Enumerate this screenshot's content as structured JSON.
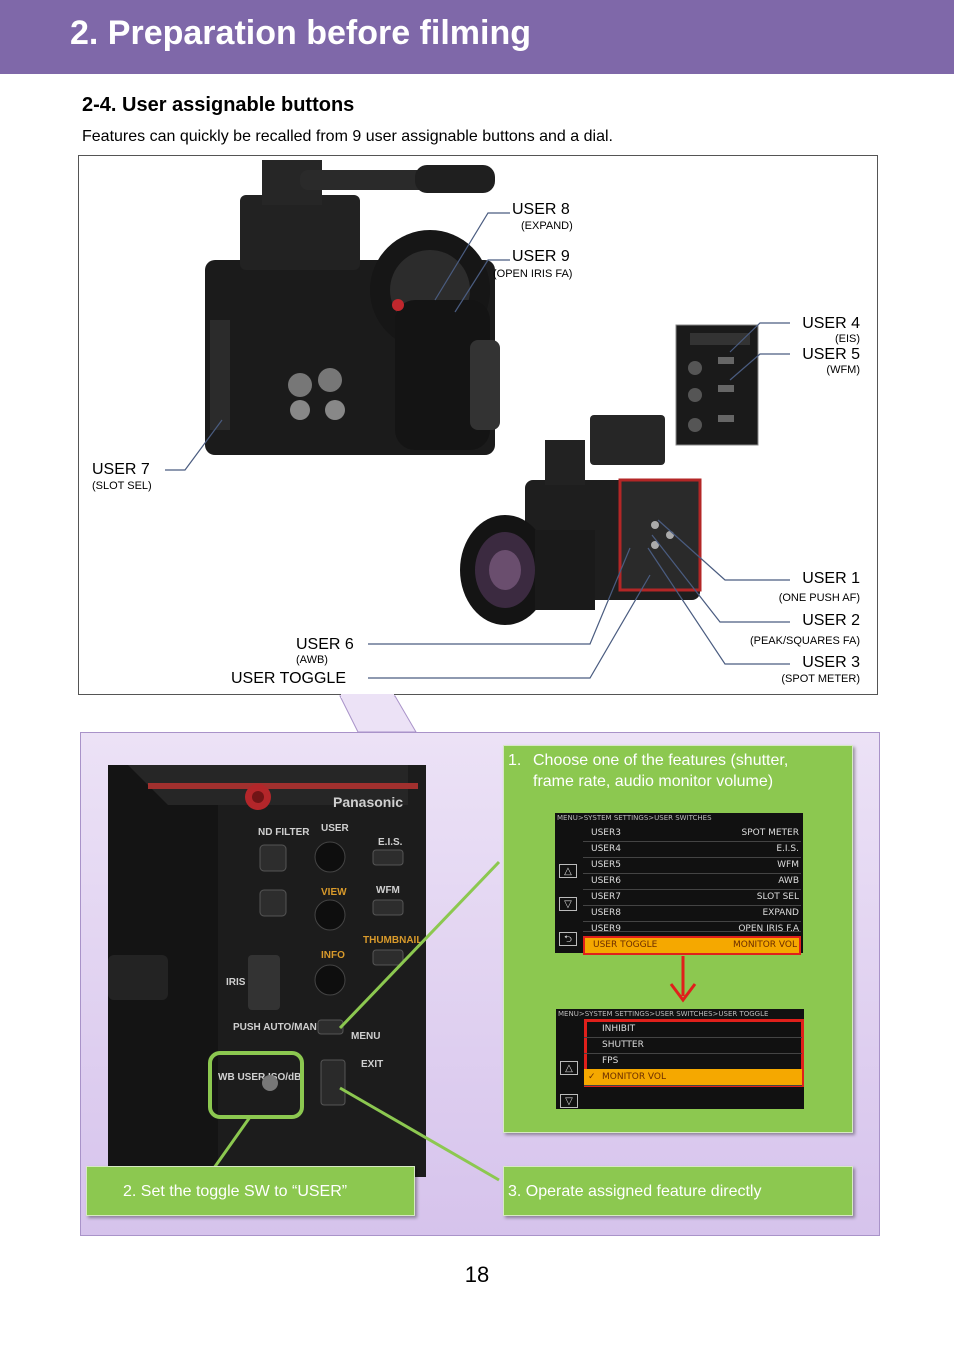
{
  "header": {
    "title": "2. Preparation before filming"
  },
  "section": {
    "title": "2-4. User assignable buttons",
    "intro": "Features can quickly be recalled from 9 user assignable buttons and a dial."
  },
  "callouts": {
    "user8": {
      "label": "USER 8",
      "sub": "(EXPAND)"
    },
    "user9": {
      "label": "USER 9",
      "sub": "(OPEN IRIS FA)"
    },
    "user4": {
      "label": "USER 4",
      "sub": "(EIS)"
    },
    "user5": {
      "label": "USER 5",
      "sub": "(WFM)"
    },
    "user7": {
      "label": "USER 7",
      "sub": "(SLOT SEL)"
    },
    "user1": {
      "label": "USER 1",
      "sub": "(ONE  PUSH  AF)"
    },
    "user2": {
      "label": "USER 2",
      "sub": "(PEAK/SQUARES  FA)"
    },
    "user3": {
      "label": "USER 3",
      "sub": "(SPOT  METER)"
    },
    "user6": {
      "label": "USER 6",
      "sub": "(AWB)"
    },
    "toggle": {
      "label": "USER TOGGLE"
    }
  },
  "steps": {
    "step1": {
      "number": "1.",
      "line1": "Choose one of the features (shutter,",
      "line2": "frame rate, audio monitor volume)"
    },
    "step2": {
      "prefix": "2. Set the toggle SW to “",
      "value": "USER",
      "suffix": "”"
    },
    "step3": {
      "text": "3. Operate assigned feature directly"
    }
  },
  "menu1": {
    "breadcrumb": "MENU>SYSTEM SETTINGS>USER SWITCHES",
    "rows": [
      {
        "key": "USER3",
        "value": "SPOT METER"
      },
      {
        "key": "USER4",
        "value": "E.I.S."
      },
      {
        "key": "USER5",
        "value": "WFM"
      },
      {
        "key": "USER6",
        "value": "AWB"
      },
      {
        "key": "USER7",
        "value": "SLOT SEL"
      },
      {
        "key": "USER8",
        "value": "EXPAND"
      },
      {
        "key": "USER9",
        "value": "OPEN IRIS F.A"
      },
      {
        "key": "USER TOGGLE",
        "value": "MONITOR VOL"
      }
    ],
    "buttons": {
      "up": "△",
      "down": "▽",
      "back": "⮌"
    }
  },
  "menu2": {
    "breadcrumb": "MENU>SYSTEM SETTINGS>USER SWITCHES>USER TOGGLE",
    "options": [
      "INHIBIT",
      "SHUTTER",
      "FPS",
      "MONITOR VOL"
    ],
    "selected_mark": "✓",
    "buttons": {
      "up": "△",
      "down": "▽"
    }
  },
  "camera_panel_labels": {
    "brand": "Panasonic",
    "nd_filter": "ND FILTER",
    "user": "USER",
    "eis": "E.I.S.",
    "view": "VIEW",
    "wfm": "WFM",
    "info": "INFO",
    "thumbnail": "THUMBNAIL",
    "iris": "IRIS",
    "push_auto": "PUSH AUTO/MANU",
    "menu": "MENU",
    "exit": "EXIT",
    "wb_switch": "WB USER ISO/dB"
  },
  "colors": {
    "header_bg": "#7f68a9",
    "step_green": "#8cc850",
    "highlight_orange": "#f5a800",
    "highlight_red": "#e0201b"
  },
  "page_number": "18"
}
